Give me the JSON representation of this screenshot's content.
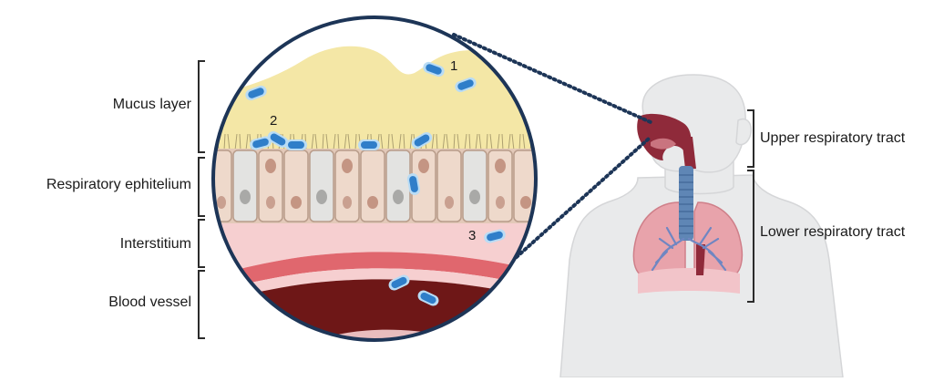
{
  "left_labels": {
    "mucus_layer": "Mucus layer",
    "respiratory_epithelium": "Respiratory ephitelium",
    "interstitium": "Interstitium",
    "blood_vessel": "Blood vessel"
  },
  "right_labels": {
    "upper_tract": "Upper respiratory tract",
    "lower_tract": "Lower respiratory tract"
  },
  "markers": [
    "1",
    "2",
    "3"
  ],
  "colors": {
    "mucus": "#f4e7a6",
    "epithelium_cell": "#eed9cb",
    "interstitium": "#f6cfd0",
    "vessel_wall": "#e0676e",
    "blood": "#6e1717",
    "bacteria": "#2f7ec9",
    "bacteria_halo": "#b9dcf5",
    "circle_outline": "#1d3557",
    "body": "#e9eaeb",
    "airway": "#8f2a3a",
    "trachea": "#5f86b5",
    "lungs": "#e8a3ab"
  }
}
